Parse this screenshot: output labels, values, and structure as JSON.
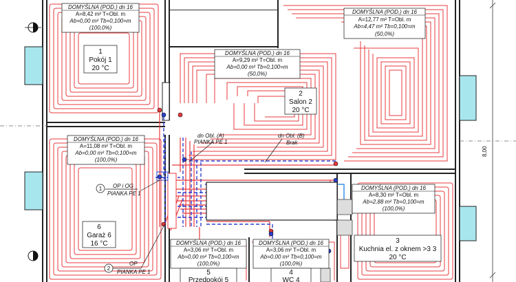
{
  "zones": [
    {
      "id": "pokoj1",
      "header": "DOMYŚLNA (POD.) dn 16",
      "area": "A=8,42 m² T=Obl. m",
      "ab": "Ab=0,00 m² Tb=0,100=m",
      "pct": "(100,0%)",
      "num": "1",
      "name": "Pokój 1",
      "temp": "20 °C"
    },
    {
      "id": "salon2",
      "header": "DOMYŚLNA (POD.) dn 16",
      "area": "A=9,29 m² T=Obl. m",
      "ab": "Ab=0,00 m² Tb=0,100=m",
      "pct": "(50,0%)",
      "num": "2",
      "name": "Salon 2",
      "temp": "20 °C"
    },
    {
      "id": "salonR",
      "header": "DOMYŚLNA (POD.) dn 16",
      "area": "A=12,77 m² T=Obl. m",
      "ab": "Ab=4,47 m² Tb=0,100=m",
      "pct": "(50,0%)"
    },
    {
      "id": "garaz6",
      "header": "DOMYŚLNA (POD.) dn 16",
      "area": "A=11,08 m² T=Obl. m",
      "ab": "Ab=0,00 m² Tb=0,100=m",
      "pct": "(100,0%)",
      "num": "6",
      "name": "Garaż 6",
      "temp": "16 °C"
    },
    {
      "id": "kuchnia3",
      "header": "DOMYŚLNA (POD.) dn 16",
      "area": "A=8,30 m² T=Obl. m",
      "ab": "Ab=2,88 m² Tb=0,100=m",
      "pct": "(100,0%)",
      "num": "3",
      "name": "Kuchnia el. z oknem >3 3",
      "temp": "20 °C"
    },
    {
      "id": "przedpokoj5",
      "header": "DOMYŚLNA (POD.) dn 16",
      "area": "A=3,06 m² T=Obl. m",
      "ab": "Ab=0,00 m² Tb=0,100=m",
      "pct": "(100,0%)",
      "num": "5",
      "name": "Przedpokój 5"
    },
    {
      "id": "wc4",
      "header": "DOMYŚLNA (POD.) dn 16",
      "area": "A=3,06 m² T=Obl. m",
      "ab": "Ab=0,00 m² Tb=0,100=m",
      "pct": "(100,0%)",
      "num": "4",
      "name": "WC 4"
    }
  ],
  "annotations": {
    "dn_a": "dn Obl. (A)",
    "pianka_a": "PIANKA PE 1",
    "dn_b": "dn Obl. (B)",
    "brak": "Brak",
    "op_og_num": "1",
    "op_og": "OP i OG",
    "pianka_1": "PIANKA PE 1",
    "op_num": "2",
    "op": "OP",
    "pianka_2": "PIANKA PE 1",
    "dimension": "8,00"
  },
  "colors": {
    "pipe_red": "#e8383d",
    "pipe_blue": "#2b3fcf",
    "wall": "#222222",
    "window": "#a8e6ee",
    "accent_blue": "#3b8fe0"
  }
}
